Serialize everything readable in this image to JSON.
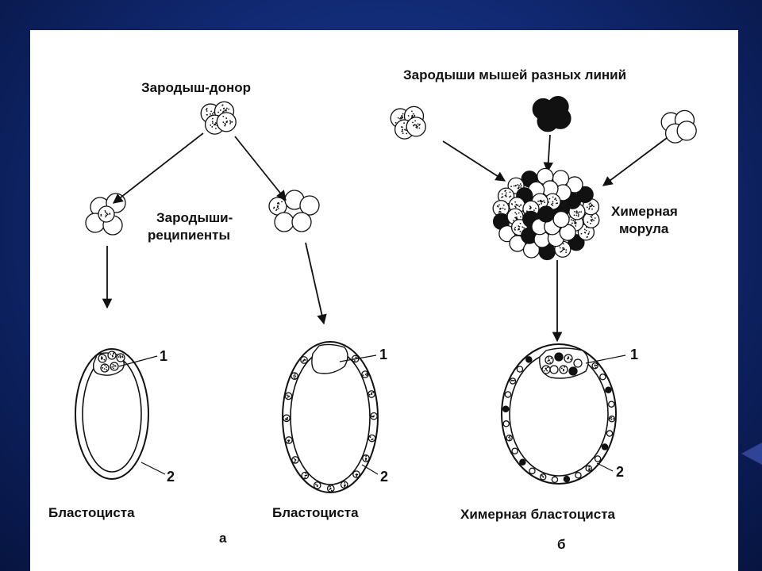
{
  "panel_a": {
    "donor_label": "Зародыш-донор",
    "recipients_label_line1": "Зародыши-",
    "recipients_label_line2": "реципиенты",
    "blastocyst_left": "Бластоциста",
    "blastocyst_right": "Бластоциста",
    "marker_1_left": "1",
    "marker_2_left": "2",
    "marker_1_right": "1",
    "marker_2_right": "2",
    "panel_letter": "а"
  },
  "panel_b": {
    "embryos_label": "Зародыши мышей разных линий",
    "morula_label_line1": "Химерная",
    "morula_label_line2": "морула",
    "blastocyst_label": "Химерная бластоциста",
    "marker_1": "1",
    "marker_2": "2",
    "panel_letter": "б"
  },
  "colors": {
    "background": "#10276e",
    "slide": "#ffffff",
    "ink": "#111111"
  }
}
